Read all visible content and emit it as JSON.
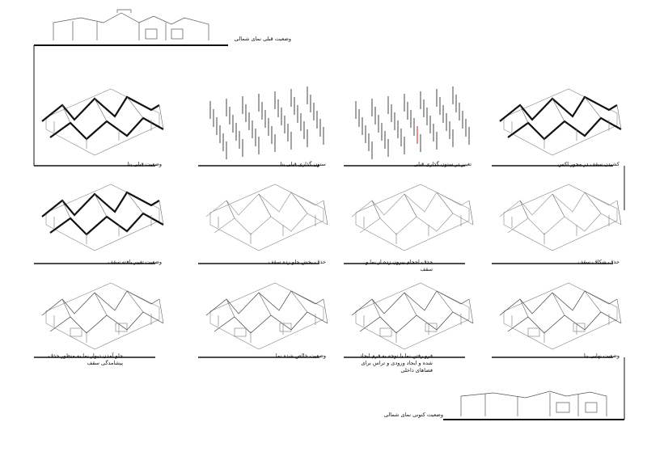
{
  "colors": {
    "ink": "#111111",
    "line": "#444444",
    "light": "#9a9a9a",
    "accent": "#c0392b"
  },
  "top": {
    "label": "وضعیت قبلی نمای شمالی"
  },
  "bottom": {
    "label": "وضعیت کنونی نمای شمالی"
  },
  "steps": [
    {
      "label": "کشیدن سقف در محور اکس",
      "style": "bold"
    },
    {
      "label": "تغییر در ستون گذاری قبلی",
      "style": "columns"
    },
    {
      "label": "ستون گذاری قبلی بنا",
      "style": "columns"
    },
    {
      "label": "وضعیت قبلی بنا",
      "style": "bold"
    },
    {
      "label": "حذف شکاف سقف",
      "style": "light"
    },
    {
      "label": "حذف احجام بیرون زده از نما و سقف",
      "style": "light"
    },
    {
      "label": "حذف بخش جلو زده سقف",
      "style": "light"
    },
    {
      "label": "وضعیت تغییر یافته سقف",
      "style": "bold"
    },
    {
      "label": "وضعیت نهایی بنا",
      "style": "final"
    },
    {
      "label": "فرو رفتن نما با توجه به فرم ایجاد شده و ایجاد ورودی و تراس برای فضاهای داخلی",
      "style": "final"
    },
    {
      "label": "وضعیت خالص شده نما",
      "style": "final"
    },
    {
      "label": "جلو آمدن دیوار نما به منظور حذف پیشامدگی سقف",
      "style": "final"
    }
  ]
}
